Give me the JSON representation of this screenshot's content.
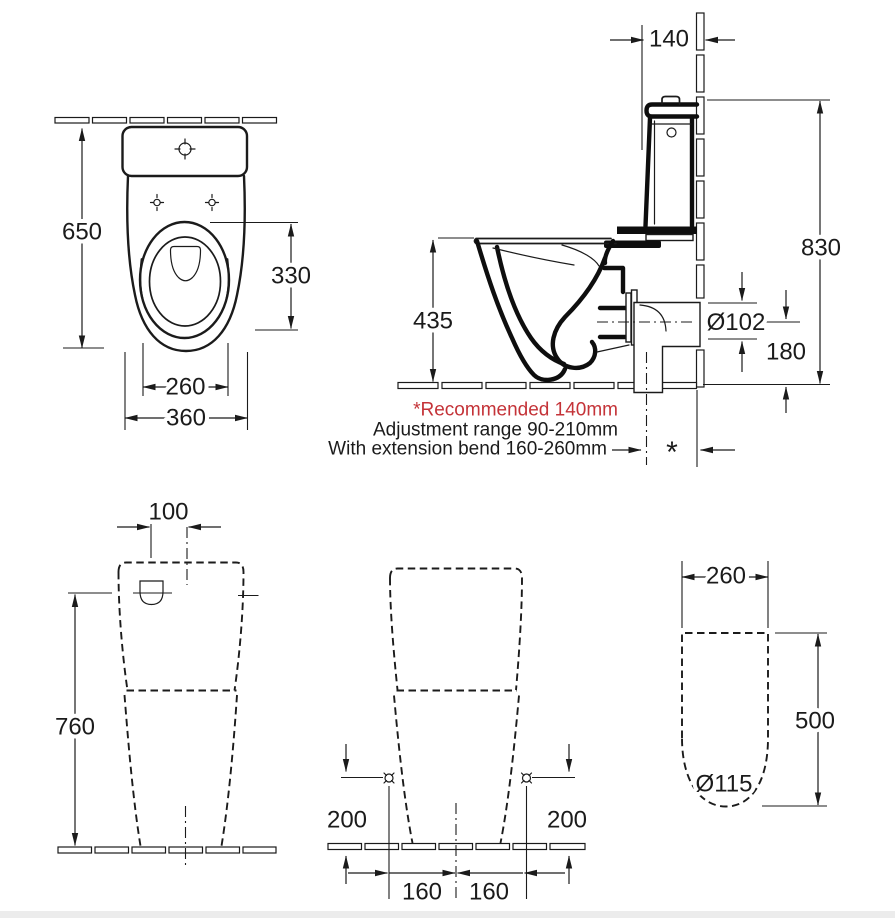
{
  "drawing": {
    "plan": {
      "overall_depth": "650",
      "bowl_offset": "330",
      "seat_width": "260",
      "overall_width": "360"
    },
    "side": {
      "setout": "140",
      "height_overall": "830",
      "rim_height": "435",
      "outlet_dia": "Ø102",
      "outlet_center_height": "180",
      "setout_mark": "*",
      "notes": {
        "recommended": "*Recommended 140mm",
        "adjustment": "Adjustment range 90-210mm",
        "extension": "With extension bend 160-260mm"
      }
    },
    "front": {
      "inlet_offset": "100",
      "inlet_height": "760"
    },
    "rear": {
      "fixing_height_left": "200",
      "fixing_height_right": "200",
      "fixing_offset_left": "160",
      "fixing_offset_right": "160"
    },
    "tank": {
      "width": "260",
      "depth": "500",
      "trap_dia": "Ø115"
    }
  },
  "colors": {
    "line": "#1b1b1b",
    "accent_red": "#c43338",
    "background": "#ffffff"
  }
}
